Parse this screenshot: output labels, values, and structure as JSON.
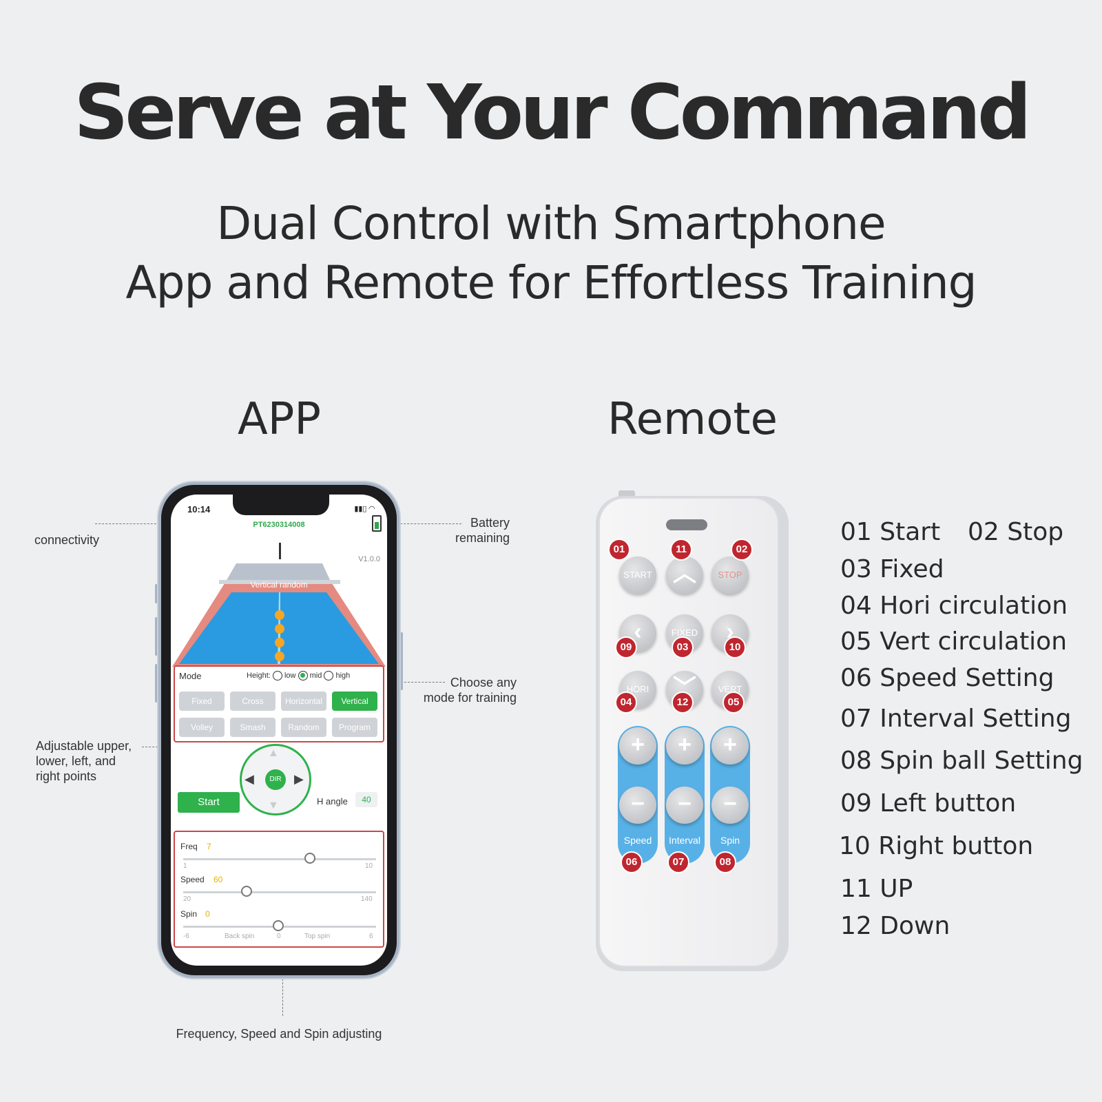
{
  "title": "Serve at Your Command",
  "subtitle": {
    "line1": "Dual Control with Smartphone",
    "line2": "App and Remote for Effortless Training"
  },
  "app": {
    "heading": "APP",
    "annotations": {
      "connectivity": "connectivity",
      "battery_line1": "Battery",
      "battery_line2": "remaining",
      "mode_line1": "Choose any",
      "mode_line2": "mode for training",
      "adjust_line1": "Adjustable upper,",
      "adjust_line2": "lower, left, and",
      "adjust_line3": "right points",
      "freq": "Frequency, Speed and Spin adjusting"
    },
    "screen": {
      "time": "10:14",
      "device_id": "PT6230314008",
      "version": "V1.0.0",
      "table_label": "Vertical random",
      "mode_label": "Mode",
      "height_label": "Height:",
      "height_options": [
        "low",
        "mid",
        "high"
      ],
      "height_selected": "mid",
      "modes": [
        "Fixed",
        "Cross",
        "Horizontal",
        "Vertical",
        "Volley",
        "Smash",
        "Random",
        "Program"
      ],
      "mode_selected": "Vertical",
      "start_label": "Start",
      "dir_label": "DIR",
      "h_angle_label": "H angle",
      "h_angle_value": "40",
      "freq_label": "Freq",
      "freq_value": "7",
      "freq_min": "1",
      "freq_max": "10",
      "speed_label": "Speed",
      "speed_value": "60",
      "speed_min": "20",
      "speed_max": "140",
      "spin_label": "Spin",
      "spin_value": "0",
      "spin_min": "-6",
      "spin_back": "Back spin",
      "spin_zero": "0",
      "spin_top": "Top spin",
      "spin_max": "6"
    }
  },
  "remote": {
    "heading": "Remote",
    "buttons": {
      "start": "START",
      "stop": "STOP",
      "fixed": "FIXED",
      "hori": "HORI",
      "vert": "VERT",
      "plus": "+",
      "minus": "−",
      "speed": "Speed",
      "interval": "Interval",
      "spin": "Spin"
    },
    "numbers": [
      "01",
      "02",
      "03",
      "04",
      "05",
      "06",
      "07",
      "08",
      "09",
      "10",
      "11",
      "12"
    ],
    "legend": {
      "l01": "01 Start",
      "l02": "02 Stop",
      "l03": "03 Fixed",
      "l04": "04 Hori circulation",
      "l05": "05 Vert circulation",
      "l06": "06 Speed Setting",
      "l07": "07 Interval Setting",
      "l08": "08 Spin ball Setting",
      "l09": "09 Left button",
      "l10": "10 Right button",
      "l11": "11 UP",
      "l12": "12 Down"
    }
  },
  "colors": {
    "accent_green": "#2fb14c",
    "marker_red": "#c0262f",
    "remote_blue": "#58b1e6"
  }
}
